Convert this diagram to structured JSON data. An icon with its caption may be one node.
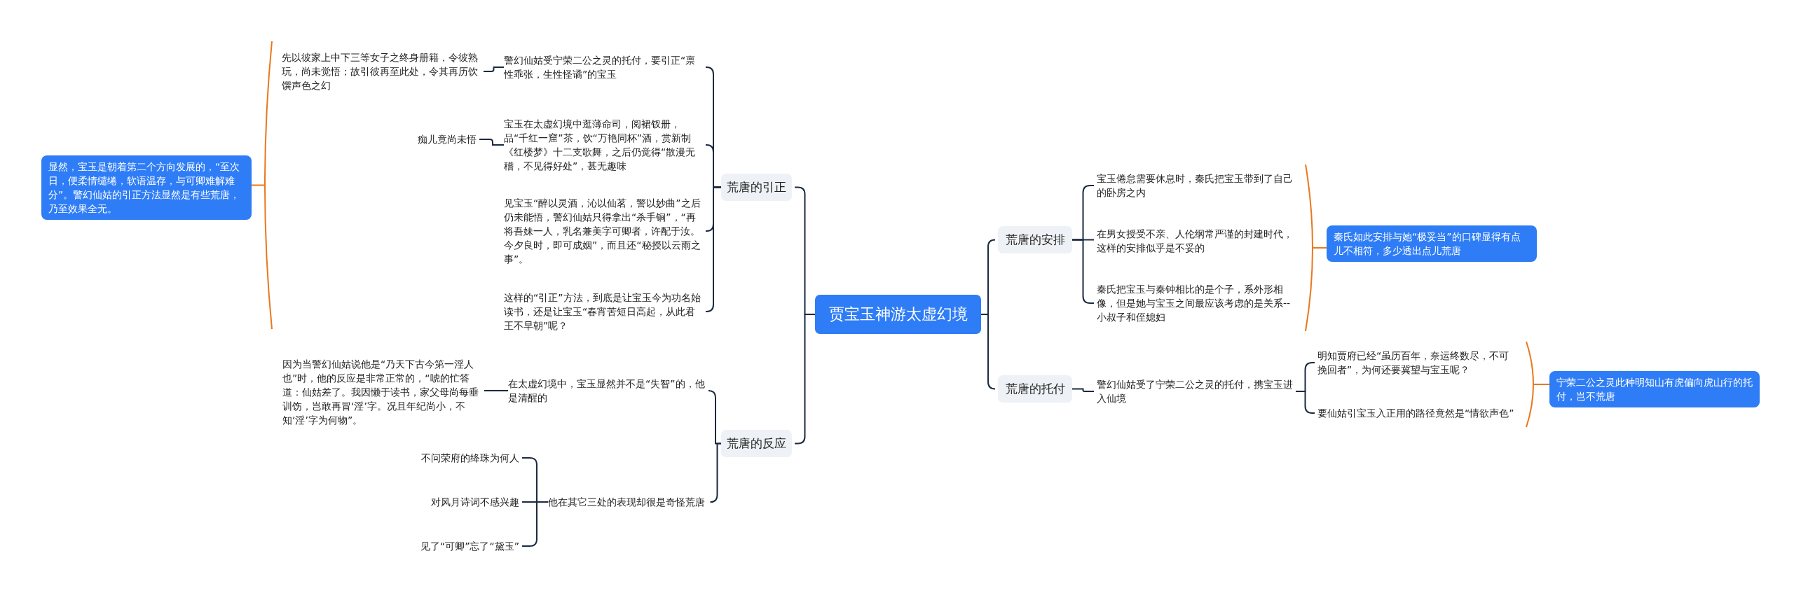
{
  "diagram": {
    "nodes": [
      {
        "text": [
          "贾宝玉神游太虚幻境"
        ]
      },
      {
        "text": [
          "荒唐的引正"
        ]
      },
      {
        "text": [
          "警幻仙姑受宁荣二公之灵的托付，要引正“禀性乖张，生性怪谲”的宝玉"
        ]
      },
      {
        "text": [
          "先以彼家上中下三等女子之终身册籍，令彼熟玩，尚未觉悟；故引彼再至此处，令其再历饮馔声色之幻"
        ]
      },
      {
        "text": [
          "宝玉在太虚幻境中逛薄命司，阅裙钗册，品“千红一窟”茶，饮“万艳同杯”酒，赏新制《红楼梦》十二支歌舞，之后仍觉得“散漫无稽，不见得好处”，甚无趣味"
        ]
      },
      {
        "text": [
          "痴儿竟尚未悟"
        ]
      },
      {
        "text": [
          "见宝玉“醉以灵酒，沁以仙茗，警以妙曲”之后仍未能悟，警幻仙姑只得拿出“杀手锏”，“再将吾妹一人，乳名兼美字可卿者，许配于汝。今夕良时，即可成姻”，而且还“秘授以云雨之事”。"
        ]
      },
      {
        "text": [
          "这样的“引正”方法，到底是让宝玉今为功名始读书，还是让宝玉“春宵苦短日高起，从此君王不早朝”呢？"
        ]
      },
      {
        "text": [
          "显然，宝玉是朝着第二个方向发展的，“至次日，便柔情缱绻，软语温存，与可卿难解难分”。警幻仙姑的引正方法显然是有些荒唐，乃至效果全无。"
        ]
      },
      {
        "text": [
          "荒唐的反应"
        ]
      },
      {
        "text": [
          "在太虚幻境中，宝玉显然并不是“失智”的，他是清醒的"
        ]
      },
      {
        "text": [
          "因为当警幻仙姑说他是“乃天下古今第一淫人也”时，他的反应是非常正常的，“唬的忙答道：仙姑差了。我因懒于读书，家父母尚每垂训饬，岂敢再冒‘淫’字。况且年纪尚小，不知‘淫’字为何物”。"
        ]
      },
      {
        "text": [
          "他在其它三处的表现却很是奇怪荒唐"
        ]
      },
      {
        "text": [
          "不问荣府的绛珠为何人"
        ]
      },
      {
        "text": [
          "对风月诗词不感兴趣"
        ]
      },
      {
        "text": [
          "见了“可卿”忘了“黛玉”"
        ]
      },
      {
        "text": [
          "荒唐的安排"
        ]
      },
      {
        "text": [
          "宝玉倦怠需要休息时，秦氏把宝玉带到了自己的卧房之内"
        ]
      },
      {
        "text": [
          "在男女授受不亲、人伦纲常严谨的封建时代，这样的安排似乎是不妥的"
        ]
      },
      {
        "text": [
          "秦氏把宝玉与秦钟相比的是个子，系外形相像，但是她与宝玉之间最应该考虑的是关系--小叔子和侄媳妇"
        ]
      },
      {
        "text": [
          "秦氏如此安排与她“极妥当”的口碑显得有点儿不相符，多少透出点儿荒唐"
        ]
      },
      {
        "text": [
          "荒唐的托付"
        ]
      },
      {
        "text": [
          "警幻仙姑受了宁荣二公之灵的托付，携宝玉进入仙境"
        ]
      },
      {
        "text": [
          "明知贾府已经“虽历百年，奈运终数尽，不可挽回者”，为何还要冀望与宝玉呢？"
        ]
      },
      {
        "text": [
          "要仙姑引宝玉入正用的路径竟然是“情欲声色”"
        ]
      },
      {
        "text": [
          "宁荣二公之灵此种明知山有虎偏向虎山行的托付，岂不荒唐"
        ]
      }
    ],
    "edges": [
      {
        "from": 0,
        "to": 1,
        "arrow": "none"
      },
      {
        "from": 1,
        "to": 2,
        "arrow": "none"
      },
      {
        "from": 2,
        "to": 3,
        "arrow": "none"
      },
      {
        "from": 1,
        "to": 4,
        "arrow": "none"
      },
      {
        "from": 4,
        "to": 5,
        "arrow": "none"
      },
      {
        "from": 1,
        "to": 6,
        "arrow": "none"
      },
      {
        "from": 1,
        "to": 7,
        "arrow": "none"
      },
      {
        "from": 3,
        "to": 8,
        "arrow": "none",
        "color": "#e8781e"
      },
      {
        "from": 0,
        "to": 9,
        "arrow": "none"
      },
      {
        "from": 9,
        "to": 10,
        "arrow": "none"
      },
      {
        "from": 10,
        "to": 11,
        "arrow": "none"
      },
      {
        "from": 9,
        "to": 12,
        "arrow": "none"
      },
      {
        "from": 12,
        "to": 13,
        "arrow": "none"
      },
      {
        "from": 12,
        "to": 14,
        "arrow": "none"
      },
      {
        "from": 12,
        "to": 15,
        "arrow": "none"
      },
      {
        "from": 0,
        "to": 16,
        "arrow": "none"
      },
      {
        "from": 16,
        "to": 17,
        "arrow": "none"
      },
      {
        "from": 16,
        "to": 18,
        "arrow": "none"
      },
      {
        "from": 16,
        "to": 19,
        "arrow": "none"
      },
      {
        "from": 17,
        "to": 20,
        "arrow": "none",
        "color": "#e8781e"
      },
      {
        "from": 18,
        "to": 20,
        "arrow": "none",
        "color": "#e8781e"
      },
      {
        "from": 19,
        "to": 20,
        "arrow": "none",
        "color": "#e8781e"
      },
      {
        "from": 0,
        "to": 21,
        "arrow": "none"
      },
      {
        "from": 21,
        "to": 22,
        "arrow": "none"
      },
      {
        "from": 22,
        "to": 23,
        "arrow": "none"
      },
      {
        "from": 22,
        "to": 24,
        "arrow": "none"
      },
      {
        "from": 23,
        "to": 25,
        "arrow": "none",
        "color": "#e8781e"
      },
      {
        "from": 24,
        "to": 25,
        "arrow": "none",
        "color": "#e8781e"
      }
    ]
  }
}
